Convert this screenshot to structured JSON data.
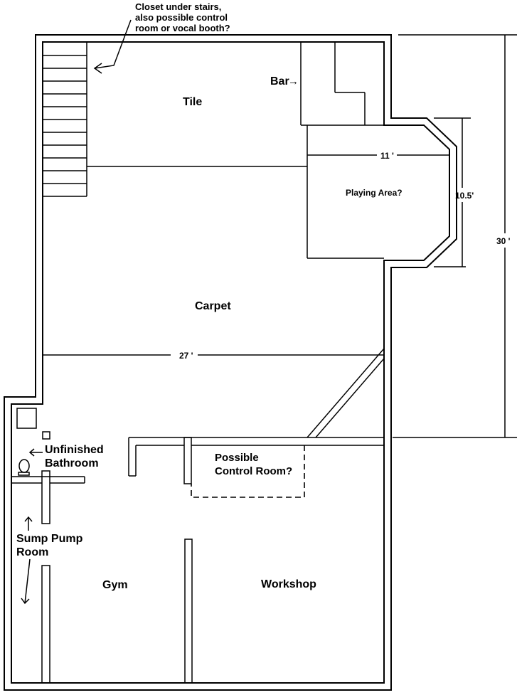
{
  "annotations": {
    "closet_line1": "Closet under stairs,",
    "closet_line2": "also possible control",
    "closet_line3": "room or vocal booth?"
  },
  "rooms": {
    "tile": "Tile",
    "bar": "Bar",
    "playing_area": "Playing Area?",
    "carpet": "Carpet",
    "unfinished_bathroom_line1": "Unfinished",
    "unfinished_bathroom_line2": "Bathroom",
    "possible_control_room_line1": "Possible",
    "possible_control_room_line2": "Control Room?",
    "sump_pump_line1": "Sump Pump",
    "sump_pump_line2": "Room",
    "gym": "Gym",
    "workshop": "Workshop"
  },
  "dimensions": {
    "playing_width": "11 '",
    "playing_depth": "10.5'",
    "total_depth": "30 '",
    "carpet_width": "27 '"
  },
  "glyphs": {
    "bar_arrow": "→"
  }
}
